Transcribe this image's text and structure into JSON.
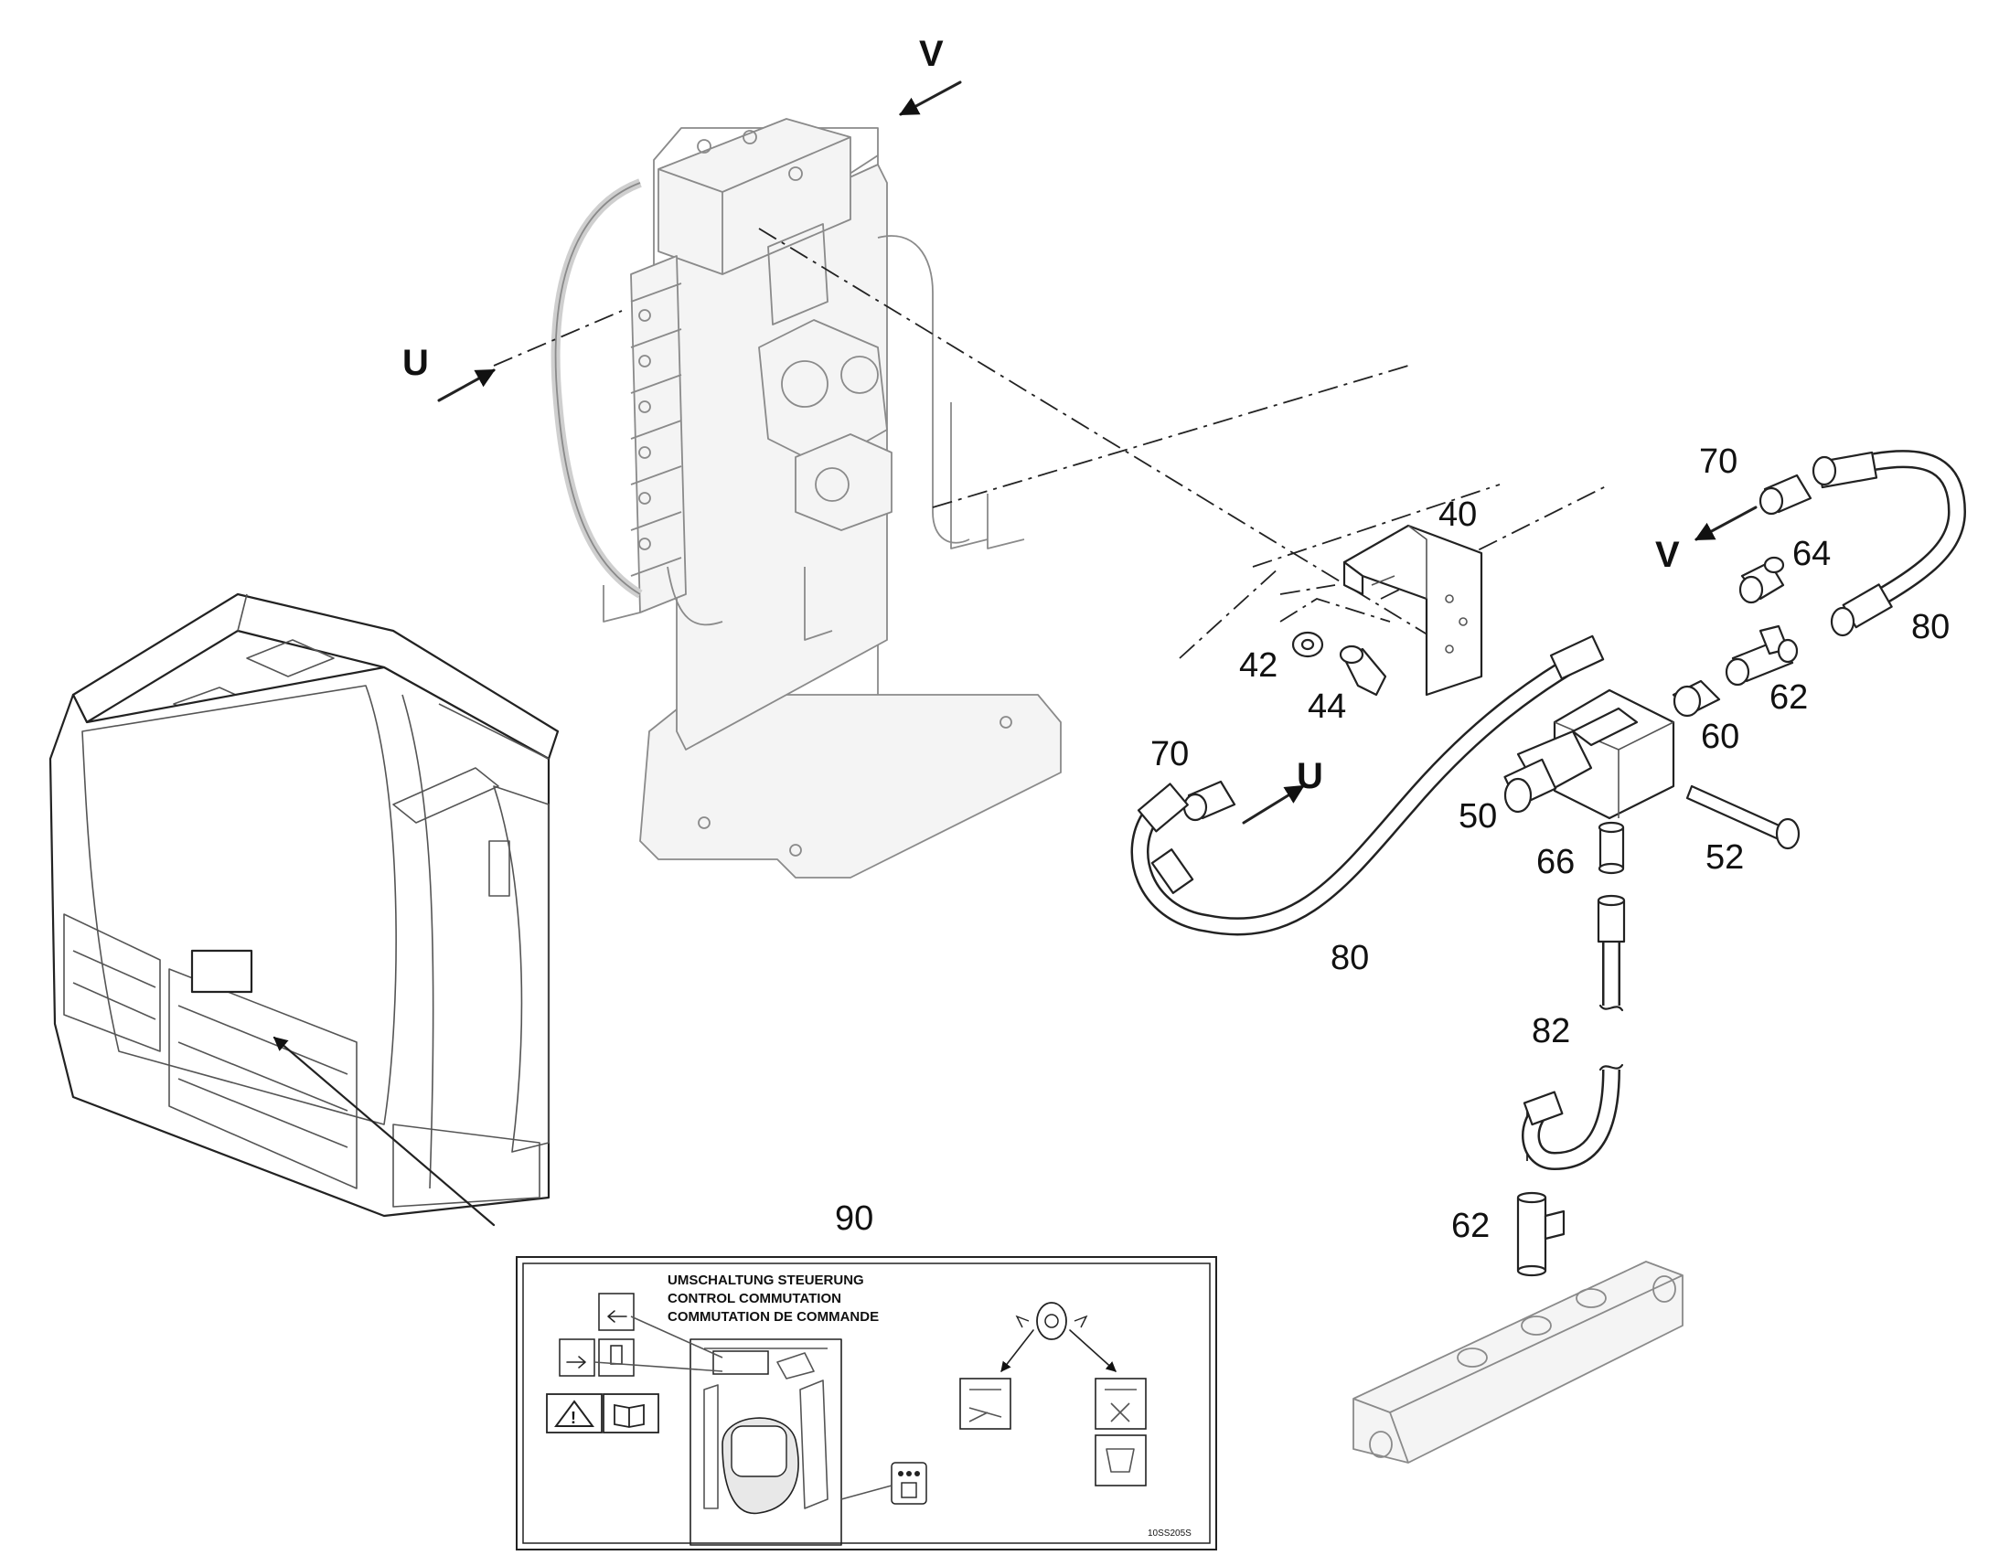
{
  "callouts": {
    "c40": "40",
    "c42": "42",
    "c44": "44",
    "c50": "50",
    "c52": "52",
    "c60": "60",
    "c62a": "62",
    "c62b": "62",
    "c64": "64",
    "c66": "66",
    "c70a": "70",
    "c70b": "70",
    "c80a": "80",
    "c80b": "80",
    "c82": "82",
    "c90": "90"
  },
  "view_markers": {
    "v_top": "V",
    "u_left": "U",
    "u_hose": "U",
    "v_hose": "V"
  },
  "label": {
    "line1": "UMSCHALTUNG STEUERUNG",
    "line2": "CONTROL COMMUTATION",
    "line3": "COMMUTATION DE COMMANDE",
    "code": "10SS205S"
  }
}
